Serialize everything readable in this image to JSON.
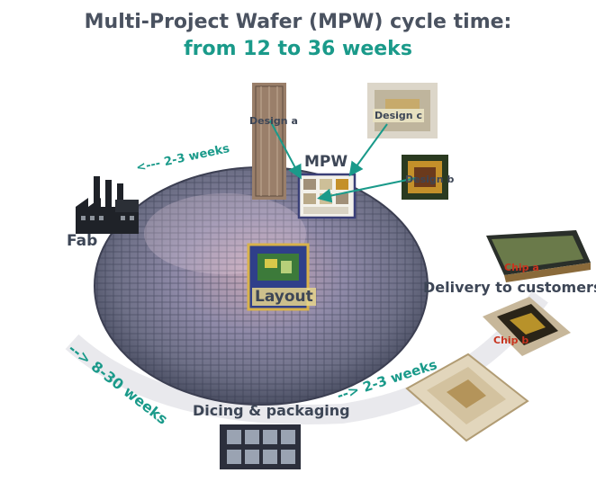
{
  "title": {
    "line1": "Multi-Project Wafer (MPW) cycle time:",
    "line2": "from 12 to 36 weeks"
  },
  "labels": {
    "design_a": "Design a",
    "design_b": "Design b",
    "design_c": "Design c",
    "mpw": "MPW",
    "fab": "Fab",
    "layout": "Layout",
    "delivery": "Delivery to customers",
    "chip_a": "Chip a",
    "chip_b": "Chip b",
    "dicing": "Dicing & packaging"
  },
  "durations": {
    "fab_to_mpw": "<--- 2-3 weeks",
    "fab_to_dicing": "--> 8-30 weeks",
    "dicing_to_delivery": "--> 2-3 weeks"
  },
  "colors": {
    "title_dark": "#4a5260",
    "teal": "#1a9a8a",
    "label_dark": "#3d4656",
    "chip_label": "#c8341f"
  }
}
